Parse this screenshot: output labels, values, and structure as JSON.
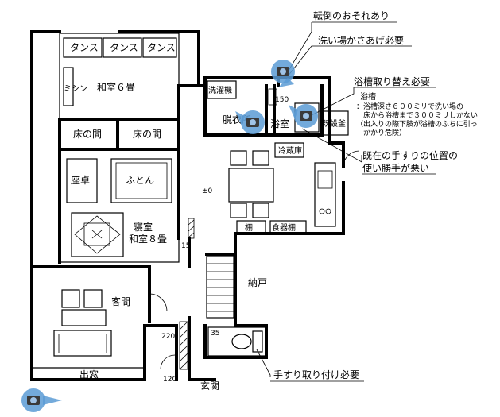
{
  "rooms": {
    "tansu": "タンス",
    "mishin": "ミシン",
    "washitsu6": "和室６畳",
    "tokonoma": "床の間",
    "zataku": "座卓",
    "futon": "ふとん",
    "shinshitsu_1": "寝室",
    "shinshitsu_2": "和室８畳",
    "kyakuma": "客間",
    "demado": "出窓",
    "sentakuki": "洗濯機",
    "datsuijo": "脱衣所",
    "yokushitsu": "浴室",
    "danbou_kama": "既設釜",
    "yokusou_label": "浴槽",
    "reizouko": "冷蔵庫",
    "tana": "棚",
    "shokkidana": "食器棚",
    "nando": "納戸",
    "genkan": "玄関"
  },
  "dimensions": {
    "d150": "150",
    "d0": "±0",
    "d15": "15",
    "d220": "220",
    "d35": "35",
    "d120": "120"
  },
  "callouts": {
    "tentou": "転倒のおそれあり",
    "araiba": "洗い場かさあげ必要",
    "yokusou_torikae": "浴槽取り替え必要",
    "note1": "：浴槽深さ６００ミリで洗い場の",
    "note2": "　床から浴槽まで３００ミリしかない",
    "note3": "（出入りの際下肢が浴槽のふちに引っ",
    "note4": "　かかり危険）",
    "tesuri_ichi_1": "既在の手すりの位置の",
    "tesuri_ichi_2": "使い勝手が悪い",
    "tesuri_toritsuke": "手すり取り付け必要"
  },
  "icons": {
    "camera": "camera-icon"
  },
  "colors": {
    "camera_blue": "#5b9bd5",
    "camera_body": "#3a3a3a"
  }
}
